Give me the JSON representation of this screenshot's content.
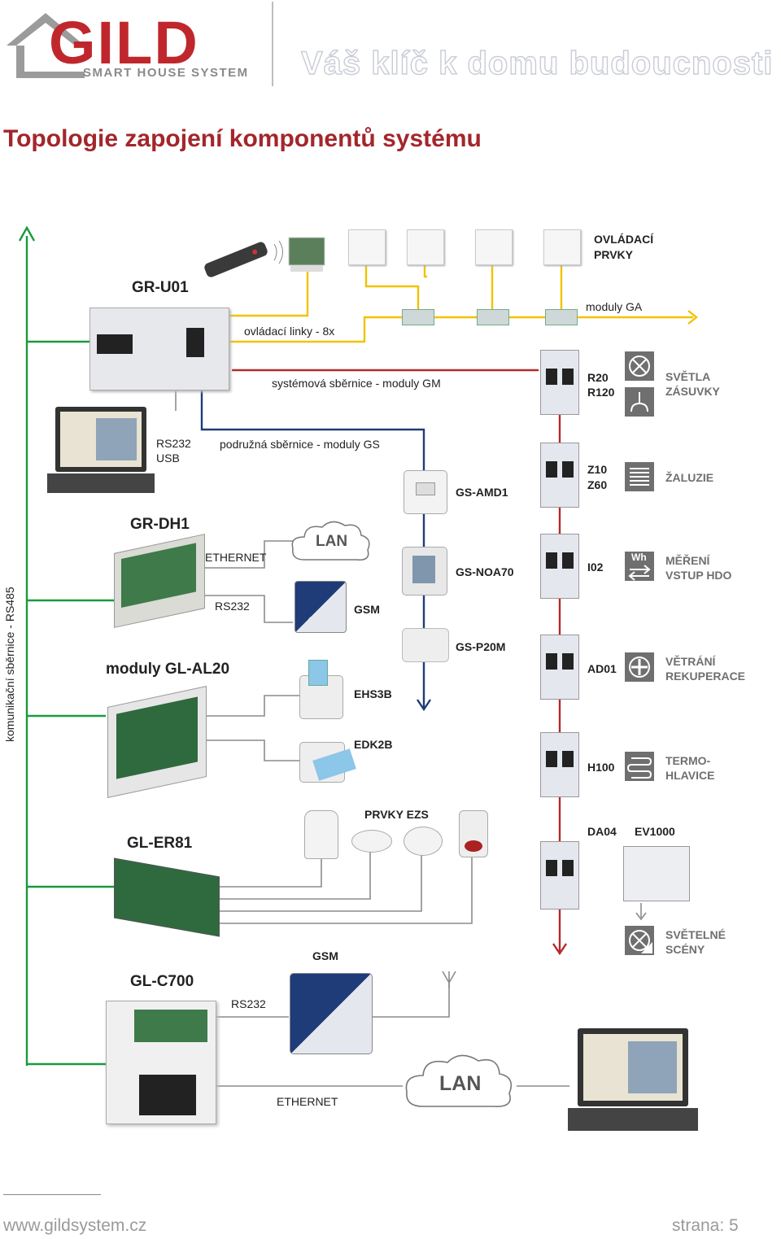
{
  "header": {
    "logo_text": "GILD",
    "logo_subtitle": "SMART HOUSE SYSTEM",
    "slogan": "Váš klíč k domu budoucnosti"
  },
  "page_title": "Topologie zapojení komponentů systému",
  "diagram": {
    "bus_label": "komunikační sběrnice - RS485",
    "units": {
      "gr_u01": "GR-U01",
      "gr_dh1": "GR-DH1",
      "gl_al20": "moduly GL-AL20",
      "gl_er81": "GL-ER81",
      "gl_c700": "GL-C700"
    },
    "lines": {
      "control_lines": "ovládací linky - 8x",
      "modules_ga": "moduly GA",
      "system_bus": "systémová sběrnice - moduly GM",
      "sub_bus": "podružná sběrnice  - moduly GS",
      "rs232_usb_1": "RS232",
      "rs232_usb_2": "USB",
      "ethernet_1": "ETHERNET",
      "rs232_dh": "RS232",
      "rs232_c700": "RS232",
      "ethernet_2": "ETHERNET"
    },
    "control_elements_1": "OVLÁDACÍ",
    "control_elements_2": "PRVKY",
    "lan_1": "LAN",
    "lan_2": "LAN",
    "gsm_1": "GSM",
    "gsm_2": "GSM",
    "ehs3b": "EHS3B",
    "edk2b": "EDK2B",
    "ezs": "PRVKY EZS",
    "gs_amd1": "GS-AMD1",
    "gs_noa70": "GS-NOA70",
    "gs_p20m": "GS-P20M",
    "modules": [
      {
        "code_1": "R20",
        "code_2": "R120",
        "caption_1": "SVĚTLA",
        "caption_2": "ZÁSUVKY",
        "icon": "light-socket-icon"
      },
      {
        "code_1": "Z10",
        "code_2": "Z60",
        "caption_1": "ŽALUZIE",
        "caption_2": "",
        "icon": "blinds-icon"
      },
      {
        "code_1": "I02",
        "code_2": "",
        "caption_1": "MĚŘENÍ",
        "caption_2": "VSTUP HDO",
        "icon": "meter-icon"
      },
      {
        "code_1": "AD01",
        "code_2": "",
        "caption_1": "VĚTRÁNÍ",
        "caption_2": "REKUPERACE",
        "icon": "fan-icon"
      },
      {
        "code_1": "H100",
        "code_2": "",
        "caption_1": "TERMO-",
        "caption_2": "HLAVICE",
        "icon": "heater-icon"
      }
    ],
    "da04": "DA04",
    "ev1000": "EV1000",
    "scenes_1": "SVĚTELNÉ",
    "scenes_2": "SCÉNY",
    "wh_label": "Wh"
  },
  "footer": {
    "url": "www.gildsystem.cz",
    "page": "strana: 5"
  },
  "colors": {
    "bus_green": "#1a9a3c",
    "control_yellow": "#f2c200",
    "system_red": "#b32a2a",
    "sub_blue": "#1f3c78",
    "gray_line": "#8c8c8c",
    "title_red": "#a3262b"
  }
}
